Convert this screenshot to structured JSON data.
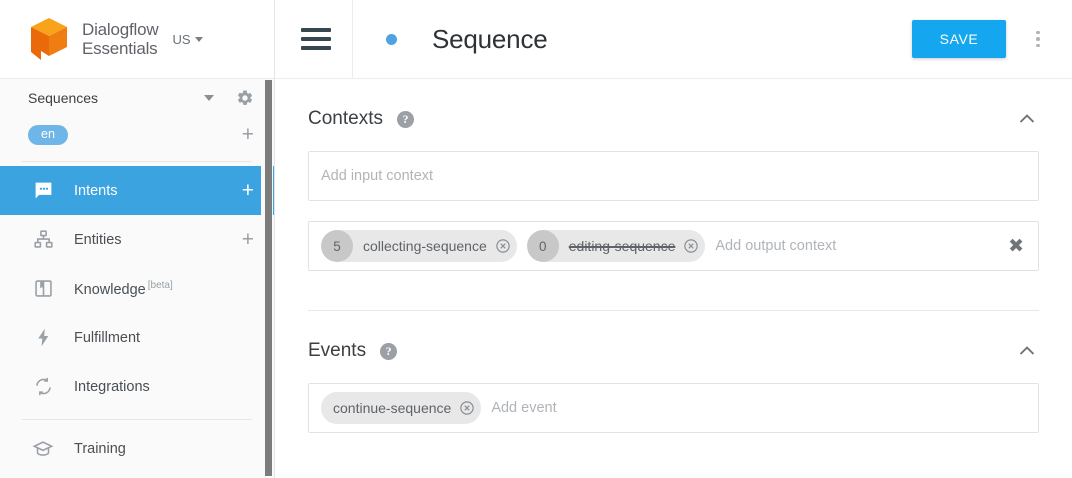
{
  "brand": {
    "logo_icon": "dialogflow-cube-logo",
    "name_line1": "Dialogflow",
    "name_line2": "Essentials",
    "region": "US",
    "region_caret_icon": "caret-down-icon"
  },
  "sidebar": {
    "agent": {
      "name": "Sequences",
      "dropdown_icon": "caret-down-icon",
      "settings_icon": "gear-icon"
    },
    "language": {
      "chip": "en",
      "add_icon": "plus-icon"
    },
    "items": [
      {
        "label": "Intents",
        "icon": "chat-bubble-icon",
        "active": true,
        "add": "+"
      },
      {
        "label": "Entities",
        "icon": "org-chart-icon",
        "active": false,
        "add": "+"
      },
      {
        "label": "Knowledge",
        "icon": "book-icon",
        "active": false,
        "badge": "[beta]"
      },
      {
        "label": "Fulfillment",
        "icon": "lightning-bolt-icon",
        "active": false
      },
      {
        "label": "Integrations",
        "icon": "sync-arrows-icon",
        "active": false
      },
      {
        "label": "Training",
        "icon": "graduation-cap-icon",
        "active": false
      }
    ],
    "scrollbar": "vertical-scrollbar"
  },
  "topbar": {
    "menu_icon": "hamburger-menu-icon",
    "status_dot": "blue-status-dot",
    "title": "Sequence",
    "save_label": "SAVE",
    "more_icon": "kebab-menu-icon"
  },
  "contexts": {
    "title": "Contexts",
    "help_icon": "help-circle-icon",
    "collapse_icon": "chevron-up-icon",
    "input_placeholder": "Add input context",
    "output_placeholder": "Add output context",
    "clear_icon": "close-x-icon",
    "output_chips": [
      {
        "count": "5",
        "label": "collecting-sequence",
        "struck": false,
        "remove_icon": "remove-circle-icon"
      },
      {
        "count": "0",
        "label": "editing-sequence",
        "struck": true,
        "remove_icon": "remove-circle-icon"
      }
    ]
  },
  "events": {
    "title": "Events",
    "help_icon": "help-circle-icon",
    "collapse_icon": "chevron-up-icon",
    "placeholder": "Add event",
    "chips": [
      {
        "label": "continue-sequence",
        "remove_icon": "remove-circle-icon"
      }
    ]
  },
  "colors": {
    "active_blue": "#3ba3e0",
    "save_blue": "#14a7f0",
    "lang_chip_blue": "#6fb6e8",
    "logo_orange_light": "#f79a1e",
    "logo_orange_dark": "#ea6a0a",
    "chip_gray": "#e8e8e8"
  }
}
